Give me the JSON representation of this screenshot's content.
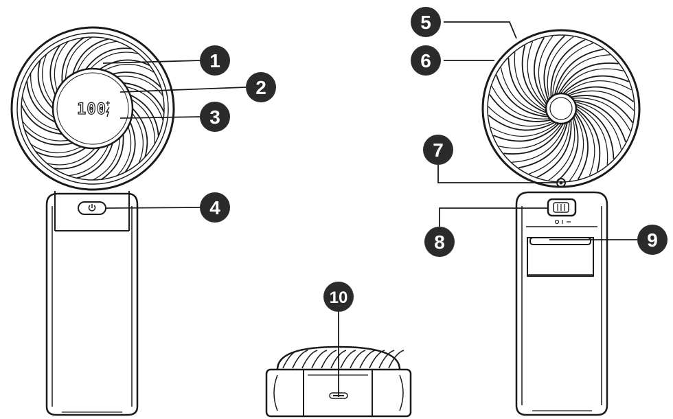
{
  "figure": {
    "line_color": "#1a1a1a",
    "badge_color": "#2b2b2b",
    "badge_text_color": "#ffffff",
    "background": "#ffffff"
  },
  "front_view": {
    "display_text": "100",
    "display_icons": [
      "thermometer-plus-icon",
      "bolt-icon"
    ],
    "power_button_icon": "power-icon"
  },
  "back_view": {
    "switch_icons": [
      "fan-speed-icon",
      "gear-icon"
    ]
  },
  "bottom_view": {
    "port_icon": "usb-c-port-icon"
  },
  "callouts": [
    {
      "number": "1"
    },
    {
      "number": "2"
    },
    {
      "number": "3"
    },
    {
      "number": "4"
    },
    {
      "number": "5"
    },
    {
      "number": "6"
    },
    {
      "number": "7"
    },
    {
      "number": "8"
    },
    {
      "number": "9"
    },
    {
      "number": "10"
    }
  ]
}
